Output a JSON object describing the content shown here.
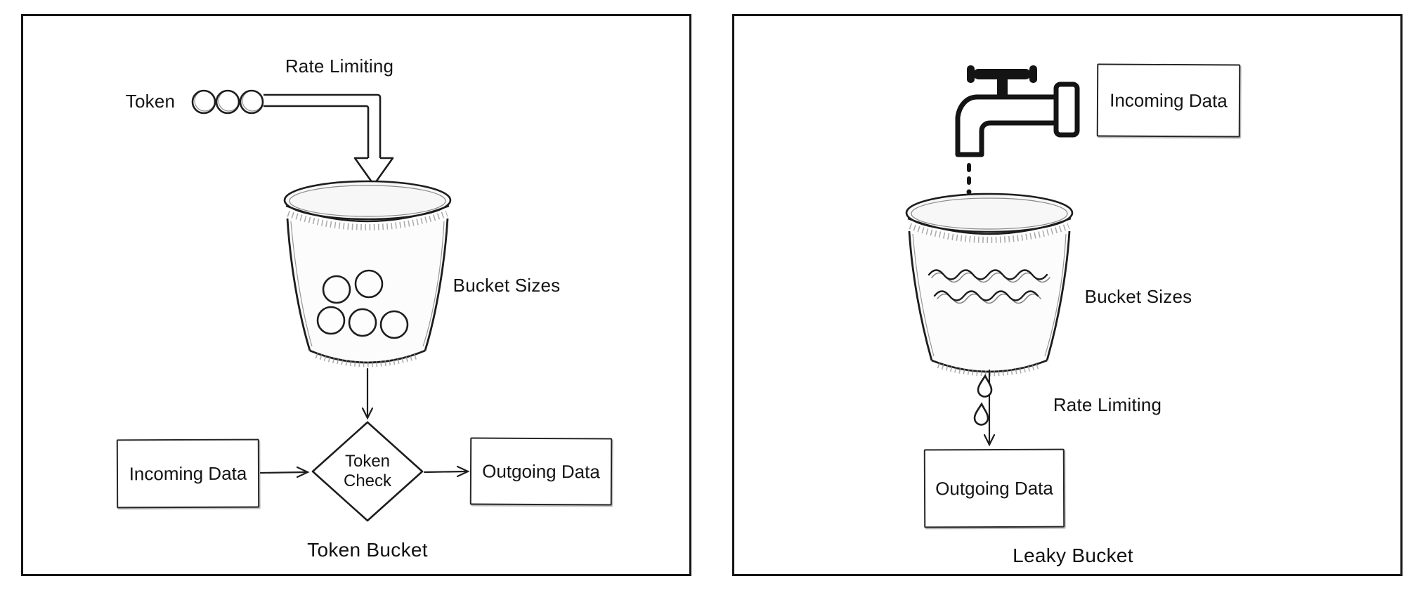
{
  "colors": {
    "ink": "#1d1d1d",
    "panel_border": "#141414",
    "hatch": "#909090",
    "background": "#ffffff"
  },
  "icons": {
    "tokens": "token-circles-icon",
    "pipe": "pipe-arrow-icon",
    "bucket": "bucket-icon",
    "faucet": "faucet-icon",
    "water_drop": "water-drop-icon",
    "waves": "water-waves-icon"
  },
  "token_bucket_panel": {
    "caption": "Token Bucket",
    "rate_limiting_label": "Rate Limiting",
    "token_label": "Token",
    "bucket_sizes_label": "Bucket Sizes",
    "incoming_node": "Incoming Data",
    "decision_node": "Token Check",
    "outgoing_node": "Outgoing Data"
  },
  "leaky_bucket_panel": {
    "caption": "Leaky Bucket",
    "incoming_node": "Incoming Data",
    "bucket_sizes_label": "Bucket Sizes",
    "rate_limiting_label": "Rate Limiting",
    "outgoing_node": "Outgoing Data"
  }
}
